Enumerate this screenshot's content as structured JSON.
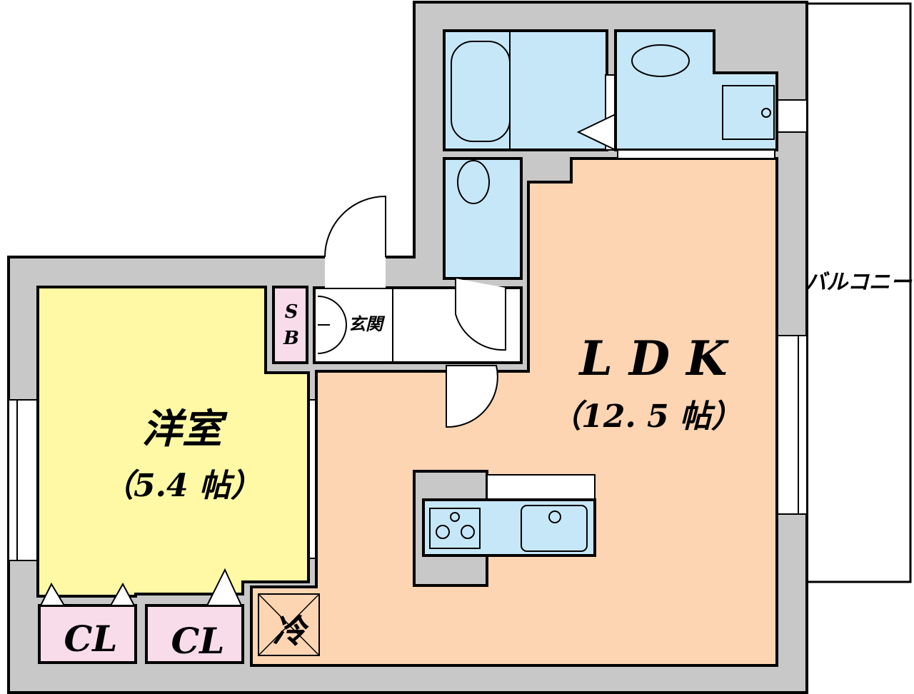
{
  "rooms": {
    "western": {
      "name": "洋室",
      "size": "（5.4 帖）"
    },
    "ldk": {
      "name": "L D K",
      "size": "（12. 5 帖）"
    },
    "entrance": {
      "name": "玄関"
    },
    "shoebox": {
      "line1": "S",
      "line2": "B"
    },
    "closet1": {
      "name": "CL"
    },
    "closet2": {
      "name": "CL"
    },
    "fridge": {
      "name": "冷"
    },
    "balcony": {
      "name": "バルコニー"
    }
  },
  "colors": {
    "wall": "#c8c8c8",
    "western": "#fff9a6",
    "ldk": "#fdd5b3",
    "water": "#c6e7f8",
    "storage": "#f9dcea"
  }
}
